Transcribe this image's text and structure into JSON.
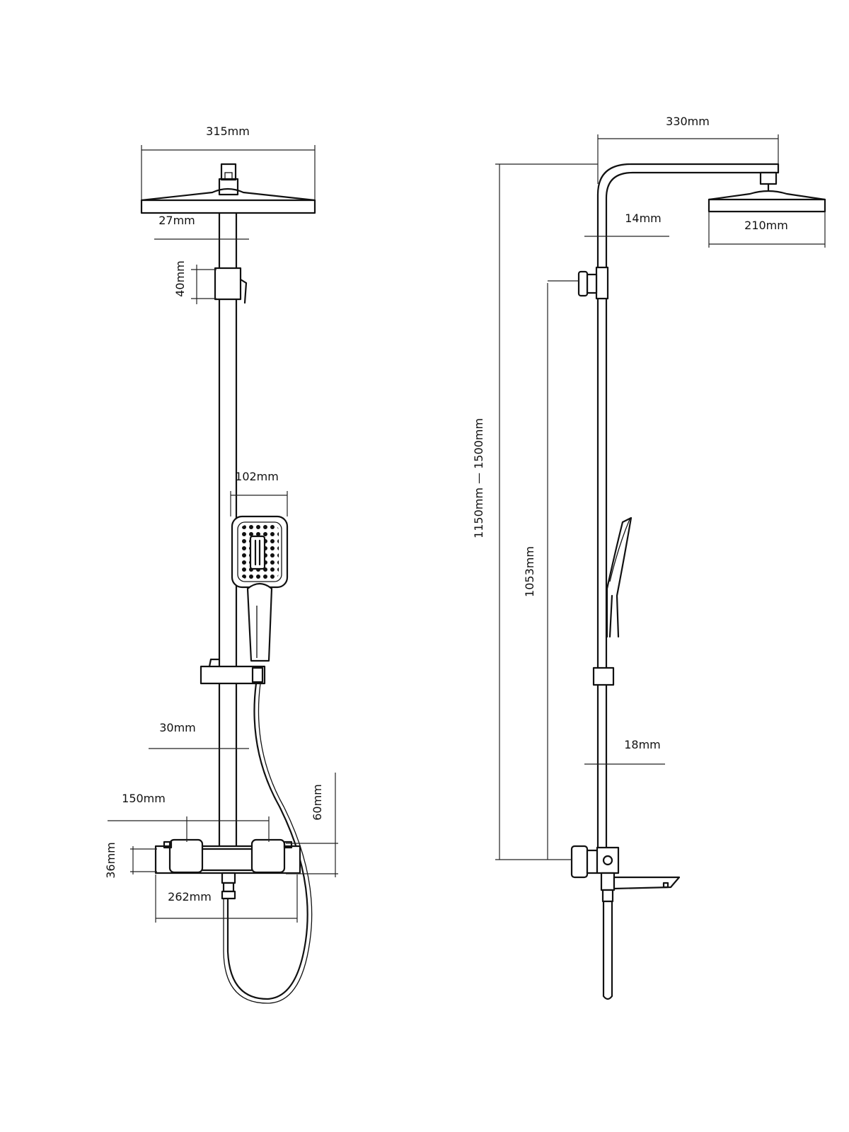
{
  "diagram": {
    "front_view": {
      "overhead_width": "315mm",
      "pipe_diameter": "27mm",
      "holder_height": "40mm",
      "handset_width": "102mm",
      "lower_pipe_diameter": "30mm",
      "inlet_centers": "150mm",
      "outlet_height": "60mm",
      "body_height": "36mm",
      "body_width": "262mm"
    },
    "side_view": {
      "arm_reach": "330mm",
      "upper_pipe_diameter": "14mm",
      "overhead_diameter": "210mm",
      "height_range": "1150mm — 1500mm",
      "rail_length": "1053mm",
      "lower_pipe_diameter": "18mm"
    }
  }
}
